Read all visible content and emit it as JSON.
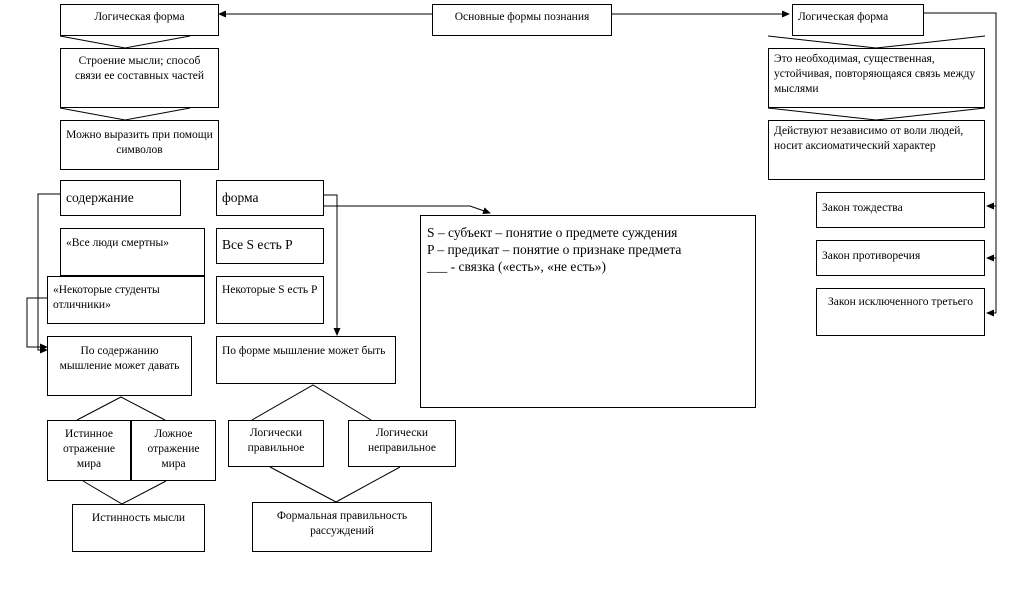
{
  "top": {
    "center": "Основные формы познания",
    "left": "Логическая форма",
    "right": "Логическая форма"
  },
  "left_column": {
    "structure": "Строение мысли; способ связи ее составных частей",
    "symbols": "Можно выразить при помощи символов"
  },
  "right_column": {
    "definition": "Это необходимая, существенная, устойчивая, повторяющаяся связь между мыслями",
    "independent": "Действуют независимо от воли людей, носит аксиоматический характер",
    "laws": [
      "Закон тождества",
      "Закон противоречия",
      "Закон исключенного третьего"
    ]
  },
  "content_branch": {
    "header": "содержание",
    "example1": "«Все люди смертны»",
    "example2": "«Некоторые студенты отличники»",
    "conclusion": "По содержанию мышление может давать",
    "true_reflection": "Истинное отражение мира",
    "false_reflection": "Ложное отражение мира",
    "result": "Истинность мысли"
  },
  "form_branch": {
    "header": "форма",
    "example1": "Все S есть P",
    "example2": "Некоторые S есть P",
    "conclusion": "По форме мышление может быть",
    "correct": "Логически правильное",
    "incorrect": "Логически неправильное",
    "result": "Формальная правильность рассуждений"
  },
  "judgment_note": {
    "lines": [
      "S – субъект – понятие о предмете суждения",
      "P – предикат – понятие о признаке предмета",
      "___ - связка («есть», «не есть»)"
    ]
  }
}
